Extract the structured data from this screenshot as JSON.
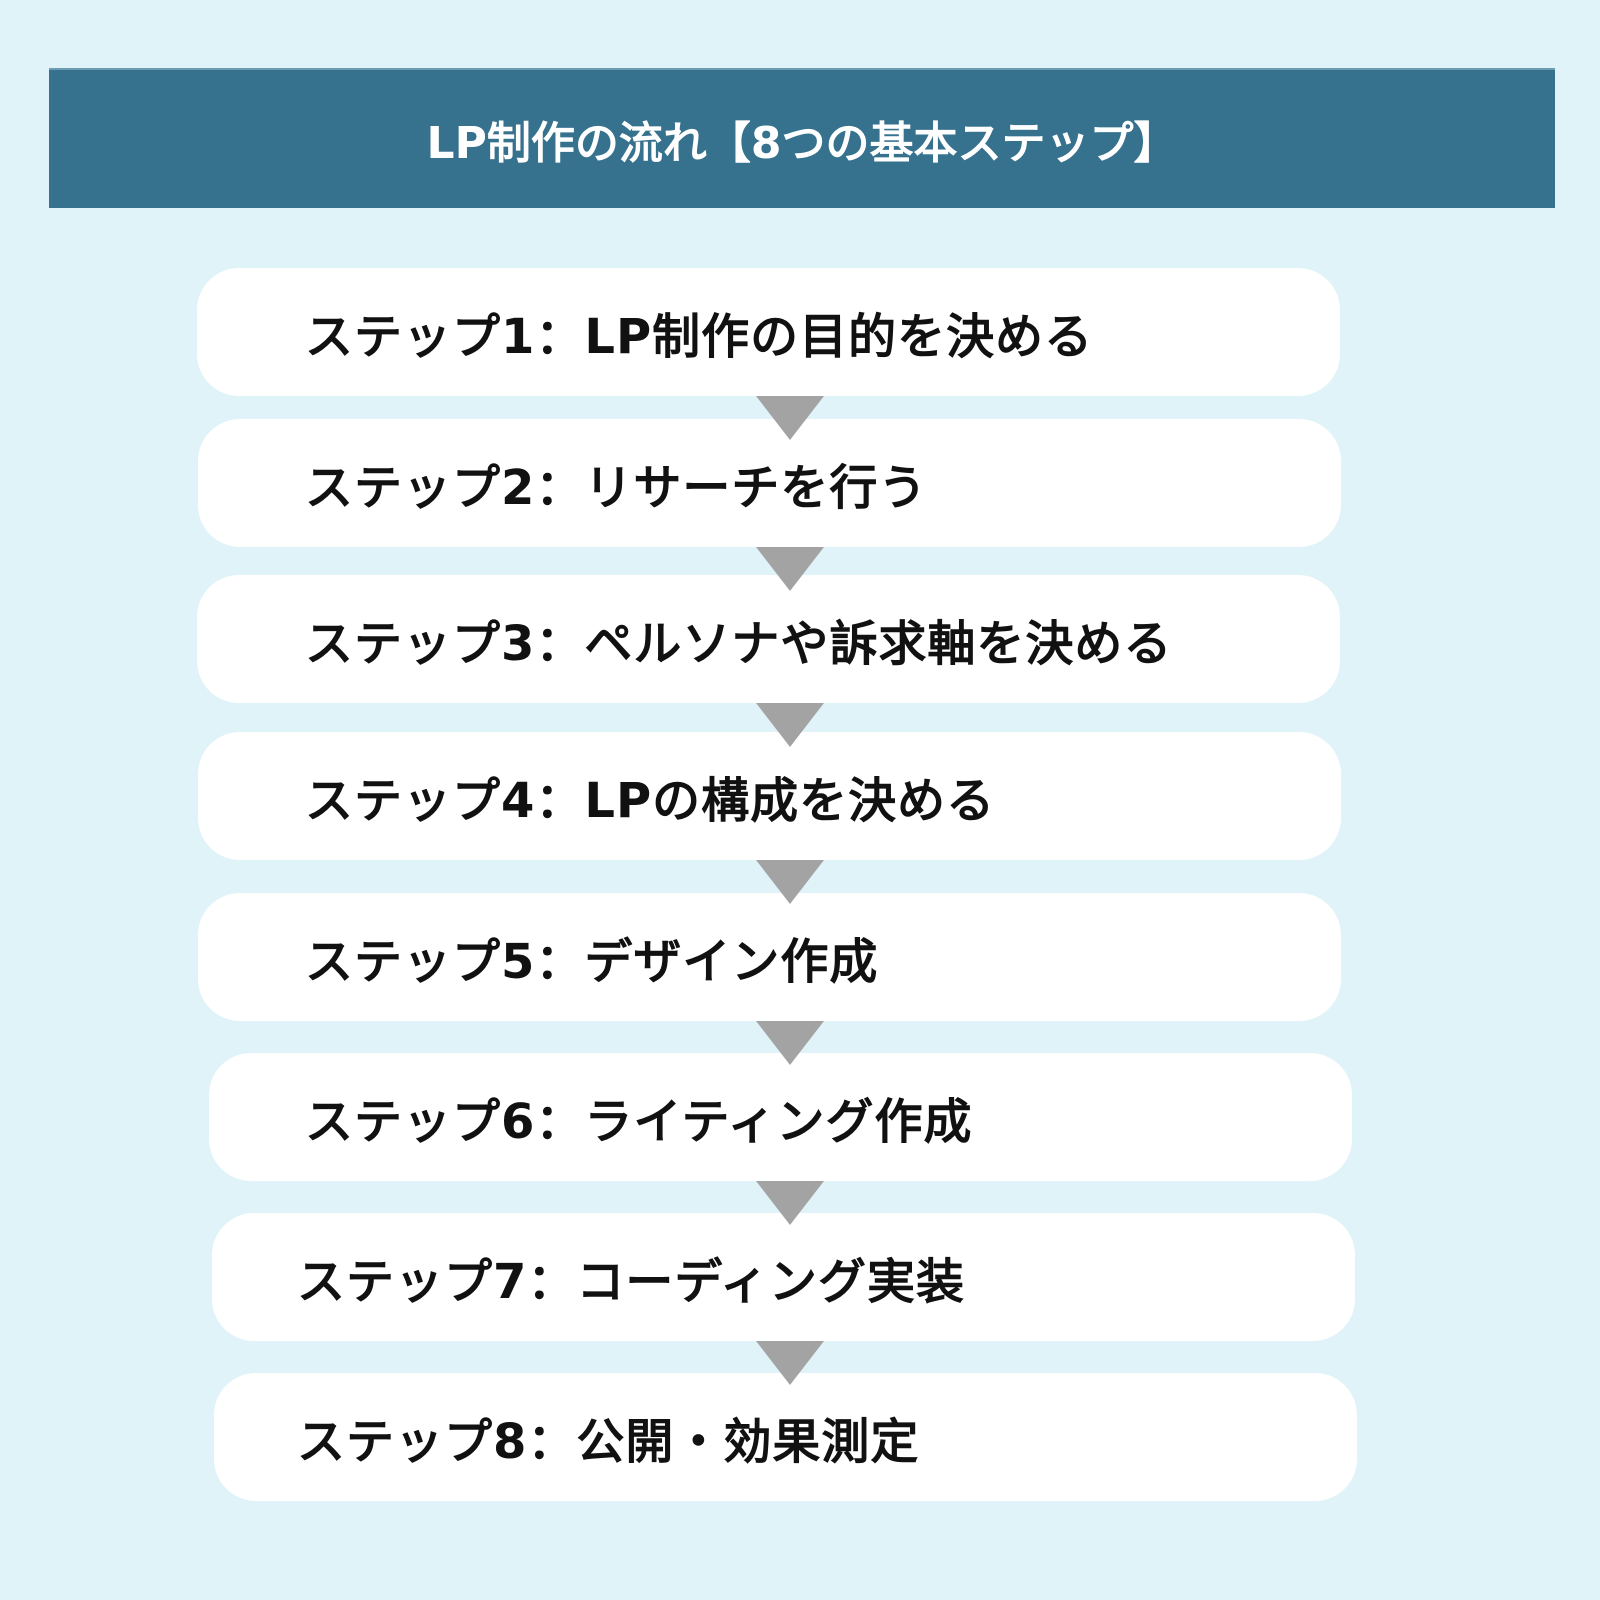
{
  "header": {
    "title": "LP制作の流れ【8つの基本ステップ】"
  },
  "colors": {
    "background": "#e0f3f8",
    "header_bg": "#36718e",
    "header_text": "#ffffff",
    "box_bg": "#ffffff",
    "box_text": "#111111",
    "arrow": "#a3a3a3"
  },
  "steps": [
    {
      "label": "ステップ1：LP制作の目的を決める"
    },
    {
      "label": "ステップ2：リサーチを行う"
    },
    {
      "label": "ステップ3：ペルソナや訴求軸を決める"
    },
    {
      "label": "ステップ4：LPの構成を決める"
    },
    {
      "label": "ステップ5：デザイン作成"
    },
    {
      "label": "ステップ6：ライティング作成"
    },
    {
      "label": "ステップ7：コーディング実装"
    },
    {
      "label": "ステップ8：公開・効果測定"
    }
  ],
  "connectors": [
    {
      "icon": "down-arrow-icon"
    },
    {
      "icon": "down-arrow-icon"
    },
    {
      "icon": "down-arrow-icon"
    },
    {
      "icon": "down-arrow-icon"
    },
    {
      "icon": "down-arrow-icon"
    },
    {
      "icon": "down-arrow-icon"
    },
    {
      "icon": "down-arrow-icon"
    }
  ]
}
